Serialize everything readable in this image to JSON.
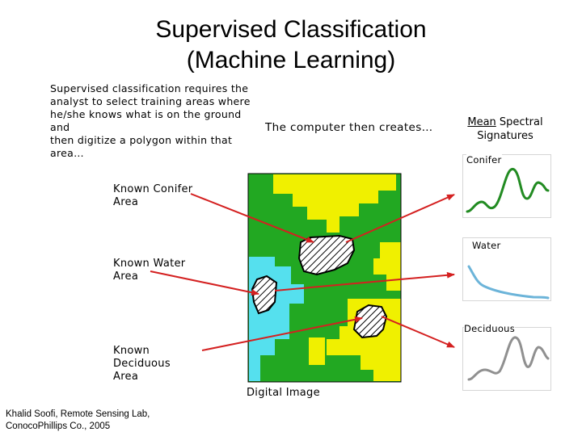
{
  "title": {
    "line1": "Supervised Classification",
    "line2": "(Machine Learning)"
  },
  "intro": {
    "line1": "Supervised classification requires the",
    "line2": "analyst to select training areas where",
    "line3": "he/she knows what is on the ground and",
    "line4": "then digitize a polygon within that",
    "line5": "area…"
  },
  "creates_text": "The computer then creates…",
  "signatures_header": {
    "underlined": "Mean",
    "rest": " Spectral",
    "line2": "Signatures"
  },
  "signatures": [
    {
      "label": "Conifer",
      "color": "#228b22"
    },
    {
      "label": "Water",
      "color": "#6cb4d9"
    },
    {
      "label": "Deciduous",
      "color": "#909090"
    }
  ],
  "known_areas": [
    {
      "line1": "Known Conifer",
      "line2": "Area"
    },
    {
      "line1": "Known Water",
      "line2": "Area"
    },
    {
      "line1": "Known Deciduous",
      "line2": "Area"
    }
  ],
  "image_caption": "Digital Image",
  "credit": {
    "line1": "Khalid Soofi, Remote Sensing Lab,",
    "line2": "ConocoPhillips Co., 2005"
  },
  "colors": {
    "conifer_green": "#22a822",
    "water_cyan": "#55e0ee",
    "deciduous_yellow": "#f0f000",
    "arrow_red": "#d42020"
  }
}
